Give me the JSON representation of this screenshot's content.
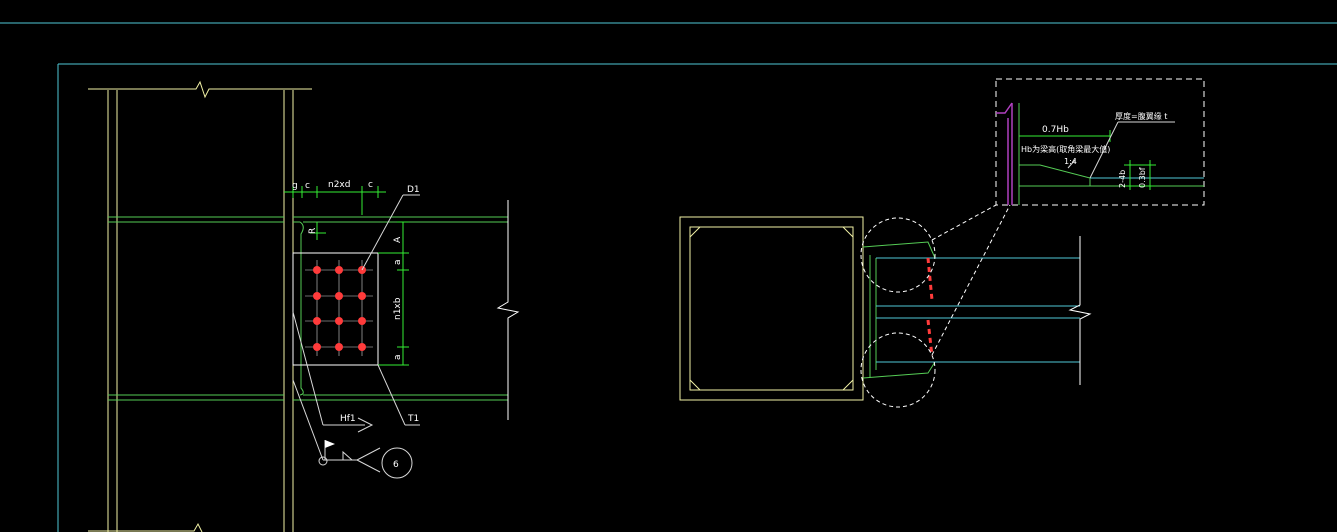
{
  "colors": {
    "background": "#000000",
    "frame": "#4fc7d6",
    "column": "#f2f2a6",
    "beam": "#55cc55",
    "dimension": "#33ee33",
    "annotation": "#ffffff",
    "bolt": "#ff3b3b",
    "leader": "#d8d8d8",
    "stiffener": "#b040c0",
    "detail_border": "#ffffff"
  },
  "left_detail": {
    "dims": {
      "g": "g",
      "c1": "c",
      "n2xd": "n2xd",
      "c2": "c",
      "R": "R",
      "A": "A",
      "a1": "a",
      "n1xb": "n1xb",
      "a2": "a"
    },
    "labels": {
      "plate": "D1",
      "plate_bottom": "T1",
      "weld": "Hf1",
      "callout": "6"
    }
  },
  "zoom_detail": {
    "labels": {
      "t_label": "厚度=腹翼缘 t",
      "top_dim": "0.7Hb",
      "hb_note": "Hb为梁高(取角梁最大值)",
      "slope": "1:4",
      "dim_v1": "2-4b",
      "dim_v2": "0.3bf"
    }
  }
}
